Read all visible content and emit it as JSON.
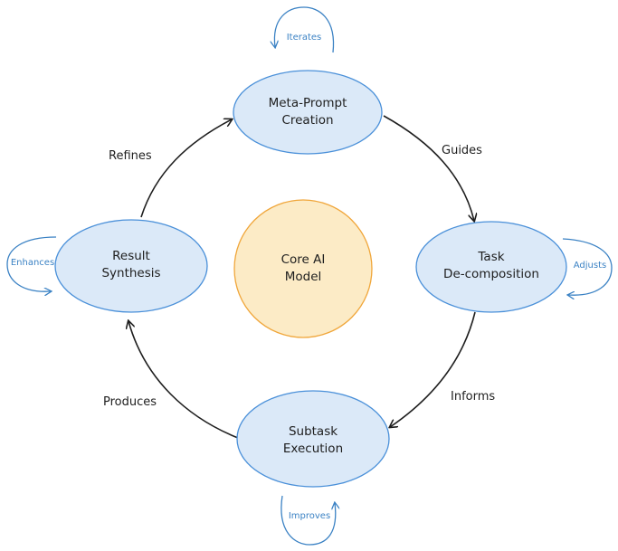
{
  "colors": {
    "node_fill": "#dbe9f8",
    "node_stroke": "#4a90d9",
    "core_fill": "#fcebc6",
    "core_stroke": "#f0a63a",
    "edge_stroke": "#1e1e1e",
    "loop_color": "#3b82c4",
    "text": "#1e1e1e"
  },
  "nodes": {
    "meta": {
      "line1": "Meta-Prompt",
      "line2": "Creation"
    },
    "task": {
      "line1": "Task",
      "line2": "De-composition"
    },
    "subtask": {
      "line1": "Subtask",
      "line2": "Execution"
    },
    "result": {
      "line1": "Result",
      "line2": "Synthesis"
    },
    "core": {
      "line1": "Core AI",
      "line2": "Model"
    }
  },
  "edges": {
    "guides": "Guides",
    "informs": "Informs",
    "produces": "Produces",
    "refines": "Refines"
  },
  "loops": {
    "iterates": "Iterates",
    "adjusts": "Adjusts",
    "improves": "Improves",
    "enhances": "Enhances"
  }
}
